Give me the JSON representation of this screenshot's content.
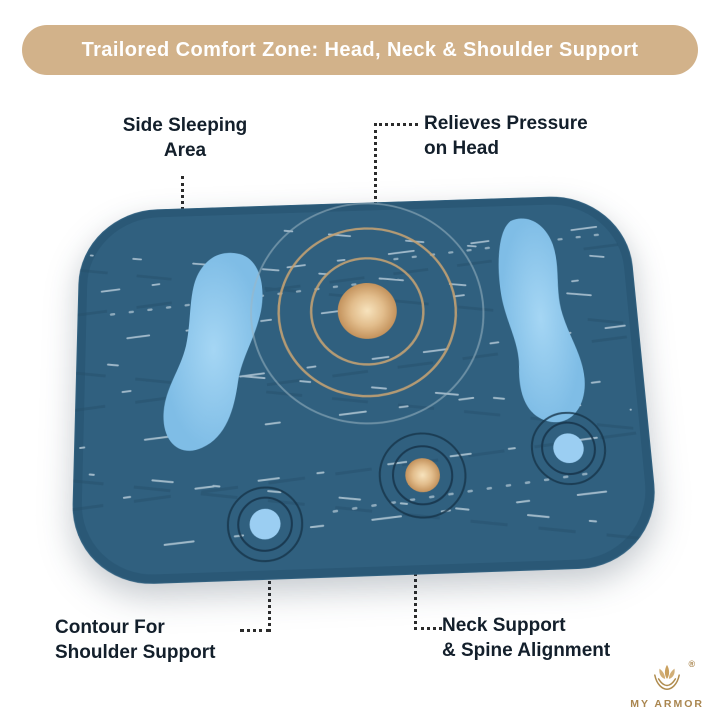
{
  "banner": {
    "title": "Trailored Comfort Zone: Head, Neck & Shoulder Support"
  },
  "callouts": {
    "side_sleeping": "Side Sleeping\nArea",
    "head_pressure": "Relieves Pressure\non Head",
    "shoulder_contour": "Contour For\nShoulder Support",
    "neck_support": "Neck Support\n& Spine Alignment"
  },
  "logo": {
    "brand": "MY ARMOR",
    "registered": "®",
    "icon": "lotus-icon"
  },
  "colors": {
    "banner_bg": "#d2b28a",
    "label_text": "#131f2b",
    "pillow_base": "#30607f",
    "zone_blue": "#8cc6ec",
    "zone_blue_small": "#9bcef2",
    "zone_tan": "#e2bd8c",
    "ring_tan": "#c2a173",
    "ring_navy": "#16344a",
    "logo_gold": "#a9854e"
  }
}
